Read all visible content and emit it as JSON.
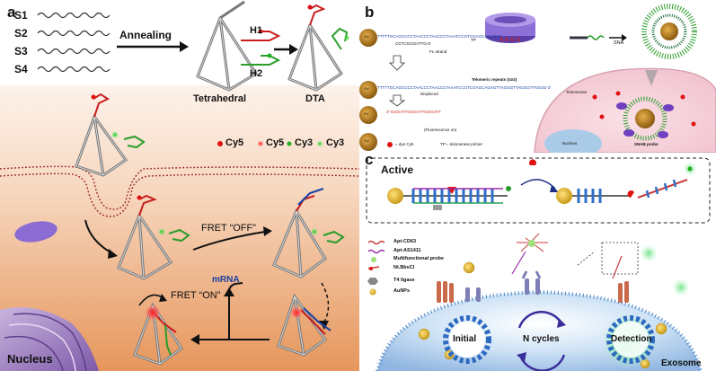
{
  "panel_a": {
    "label": "a",
    "strands": [
      "S1",
      "S2",
      "S3",
      "S4"
    ],
    "annealing": "Annealing",
    "tetrahedral": "Tetrahedral",
    "h1": "H1",
    "h2": "H2",
    "dta": "DTA",
    "legend": {
      "cy5": "Cy5",
      "cy3": "Cy3"
    },
    "fret_off": "FRET “OFF”",
    "fret_on": "FRET “ON”",
    "mrna": "mRNA",
    "nucleus": "Nucleus"
  },
  "panel_b": {
    "label": "b",
    "au": "Au",
    "seq_top": "TTTTTGCAGCCCCTAACCCTAACCCTAAATCCGTCGAGCAGAGTT",
    "seq_fl": "CGTCGGGATTG-5'",
    "fl_strand": "FL-strand",
    "tp": "TP",
    "sna": "SNA",
    "displaced": "Displaced",
    "telomeric": "Telomeric repeats (n≥3)",
    "seq_mid": "TTTTTGCAGCCCCTAACCCTAACCCTAAATCCGTCGAGCAGAGTTAGGGTTAGGGTTAGGG-3'",
    "seq_loop": "3'-GGGATTGGGATTGGGATT",
    "fluorescence_on": "(Fluorescence on)",
    "dye_legend": "= dye Cy5",
    "tp_legend": "TP = telomerase primer",
    "telomerase": "Telomerase",
    "nucleus": "Nucleus",
    "snab_probe": "SNAB probe",
    "barrel_letters": "A G G G"
  },
  "panel_c": {
    "label": "c",
    "active": "Active",
    "legend": [
      "Apt-CD63",
      "Apt-AS1411",
      "Multifunctional probe",
      "Nt.BbvCI",
      "T4 ligase",
      "AuNPs"
    ],
    "initial": "Initial",
    "n_cycles": "N cycles",
    "detection": "Detection",
    "exosome": "Exosome"
  }
}
